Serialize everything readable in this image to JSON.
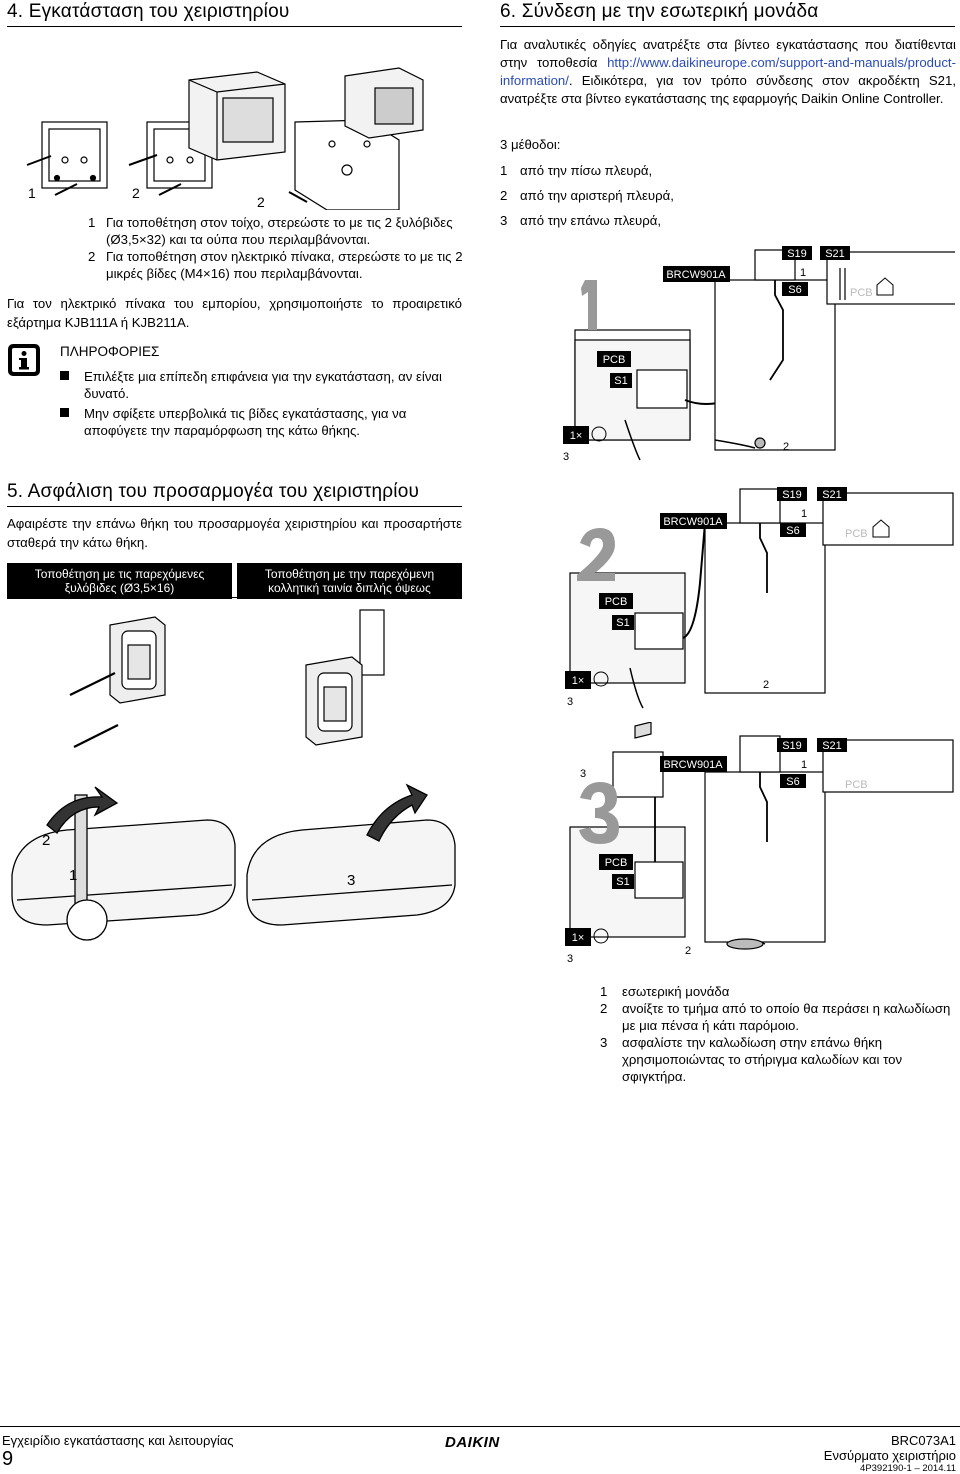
{
  "sec4": {
    "title": "4.  Εγκατάσταση του χειριστηρίου",
    "fig_labels": [
      "1",
      "2",
      "2"
    ],
    "items": [
      {
        "num": "1",
        "text": "Για τοποθέτηση στον τοίχο, στερεώστε το με τις 2 ξυλόβιδες (Ø3,5×32) και τα ούπα που περιλαμβάνονται."
      },
      {
        "num": "2",
        "text": "Για τοποθέτηση στον ηλεκτρικό πίνακα, στερεώστε το με τις 2 μικρές βίδες (M4×16) που περιλαμβάνονται."
      }
    ],
    "para": "Για τον ηλεκτρικό πίνακα του εμπορίου, χρησιμοποιήστε το προαιρετικό εξάρτημα KJB111A ή KJB211A.",
    "info_title": "ΠΛΗΡΟΦΟΡΙΕΣ",
    "info_bullets": [
      "Επιλέξτε μια επίπεδη επιφάνεια για την εγκατάσταση, αν είναι δυνατό.",
      "Μην σφίξετε υπερβολικά τις βίδες εγκατάστασης, για να αποφύγετε την παραμόρφωση της κάτω θήκης."
    ]
  },
  "sec5": {
    "title": "5.  Ασφάλιση του προσαρμογέα του χειριστηρίου",
    "para": "Αφαιρέστε την επάνω θήκη του προσαρμογέα χειριστηρίου και προσαρτήστε σταθερά την κάτω θήκη.",
    "col1_head": "Τοποθέτηση με τις παρεχόμενες ξυλόβιδες (Ø3,5×16)",
    "col2_head": "Τοποθέτηση με την παρεχόμενη κολλητική ταινία διπλής όψεως",
    "step_labels": [
      "2",
      "1",
      "3"
    ]
  },
  "sec6": {
    "title": "6.  Σύνδεση με την εσωτερική μονάδα",
    "para_a": "Για αναλυτικές οδηγίες ανατρέξτε στα βίντεο εγκατάστασης που διατίθενται στην τοποθεσία ",
    "link": "http://www.daikineurope.com/support-and-manuals/product-information/",
    "para_b": ". Ειδικότερα, για τον τρόπο σύνδεσης στον ακροδέκτη S21, ανατρέξτε στα βίντεο εγκατάστασης της εφαρμογής Daikin Online Controller.",
    "methods_title": "3 μέθοδοι:",
    "methods": [
      {
        "num": "1",
        "text": "από την πίσω πλευρά,"
      },
      {
        "num": "2",
        "text": "από την αριστερή πλευρά,"
      },
      {
        "num": "3",
        "text": "από την επάνω πλευρά,"
      }
    ],
    "diagram_labels": {
      "brcw": "BRCW901A",
      "s19": "S19",
      "s21": "S21",
      "s6": "S6",
      "pcb": "PCB",
      "s1": "S1",
      "cut": "1×",
      "one": "1",
      "two": "2",
      "three": "3"
    },
    "legend": [
      {
        "num": "1",
        "text": "εσωτερική μονάδα"
      },
      {
        "num": "2",
        "text": "ανοίξτε το τμήμα από το οποίο θα περάσει η καλωδίωση με μια πένσα ή κάτι παρόμοιο."
      },
      {
        "num": "3",
        "text": "ασφαλίστε την καλωδίωση στην επάνω θήκη χρησιμοποιώντας το στήριγμα καλωδίων και τον σφιγκτήρα."
      }
    ]
  },
  "footer": {
    "left_text": "Εγχειρίδιο εγκατάστασης και λειτουργίας",
    "page_num": "9",
    "logo": "DAIKIN",
    "model": "BRC073A1",
    "doc_type": "Ενσύρματο χειριστήριο",
    "doc_code": "4P392190-1 – 2014.11"
  }
}
